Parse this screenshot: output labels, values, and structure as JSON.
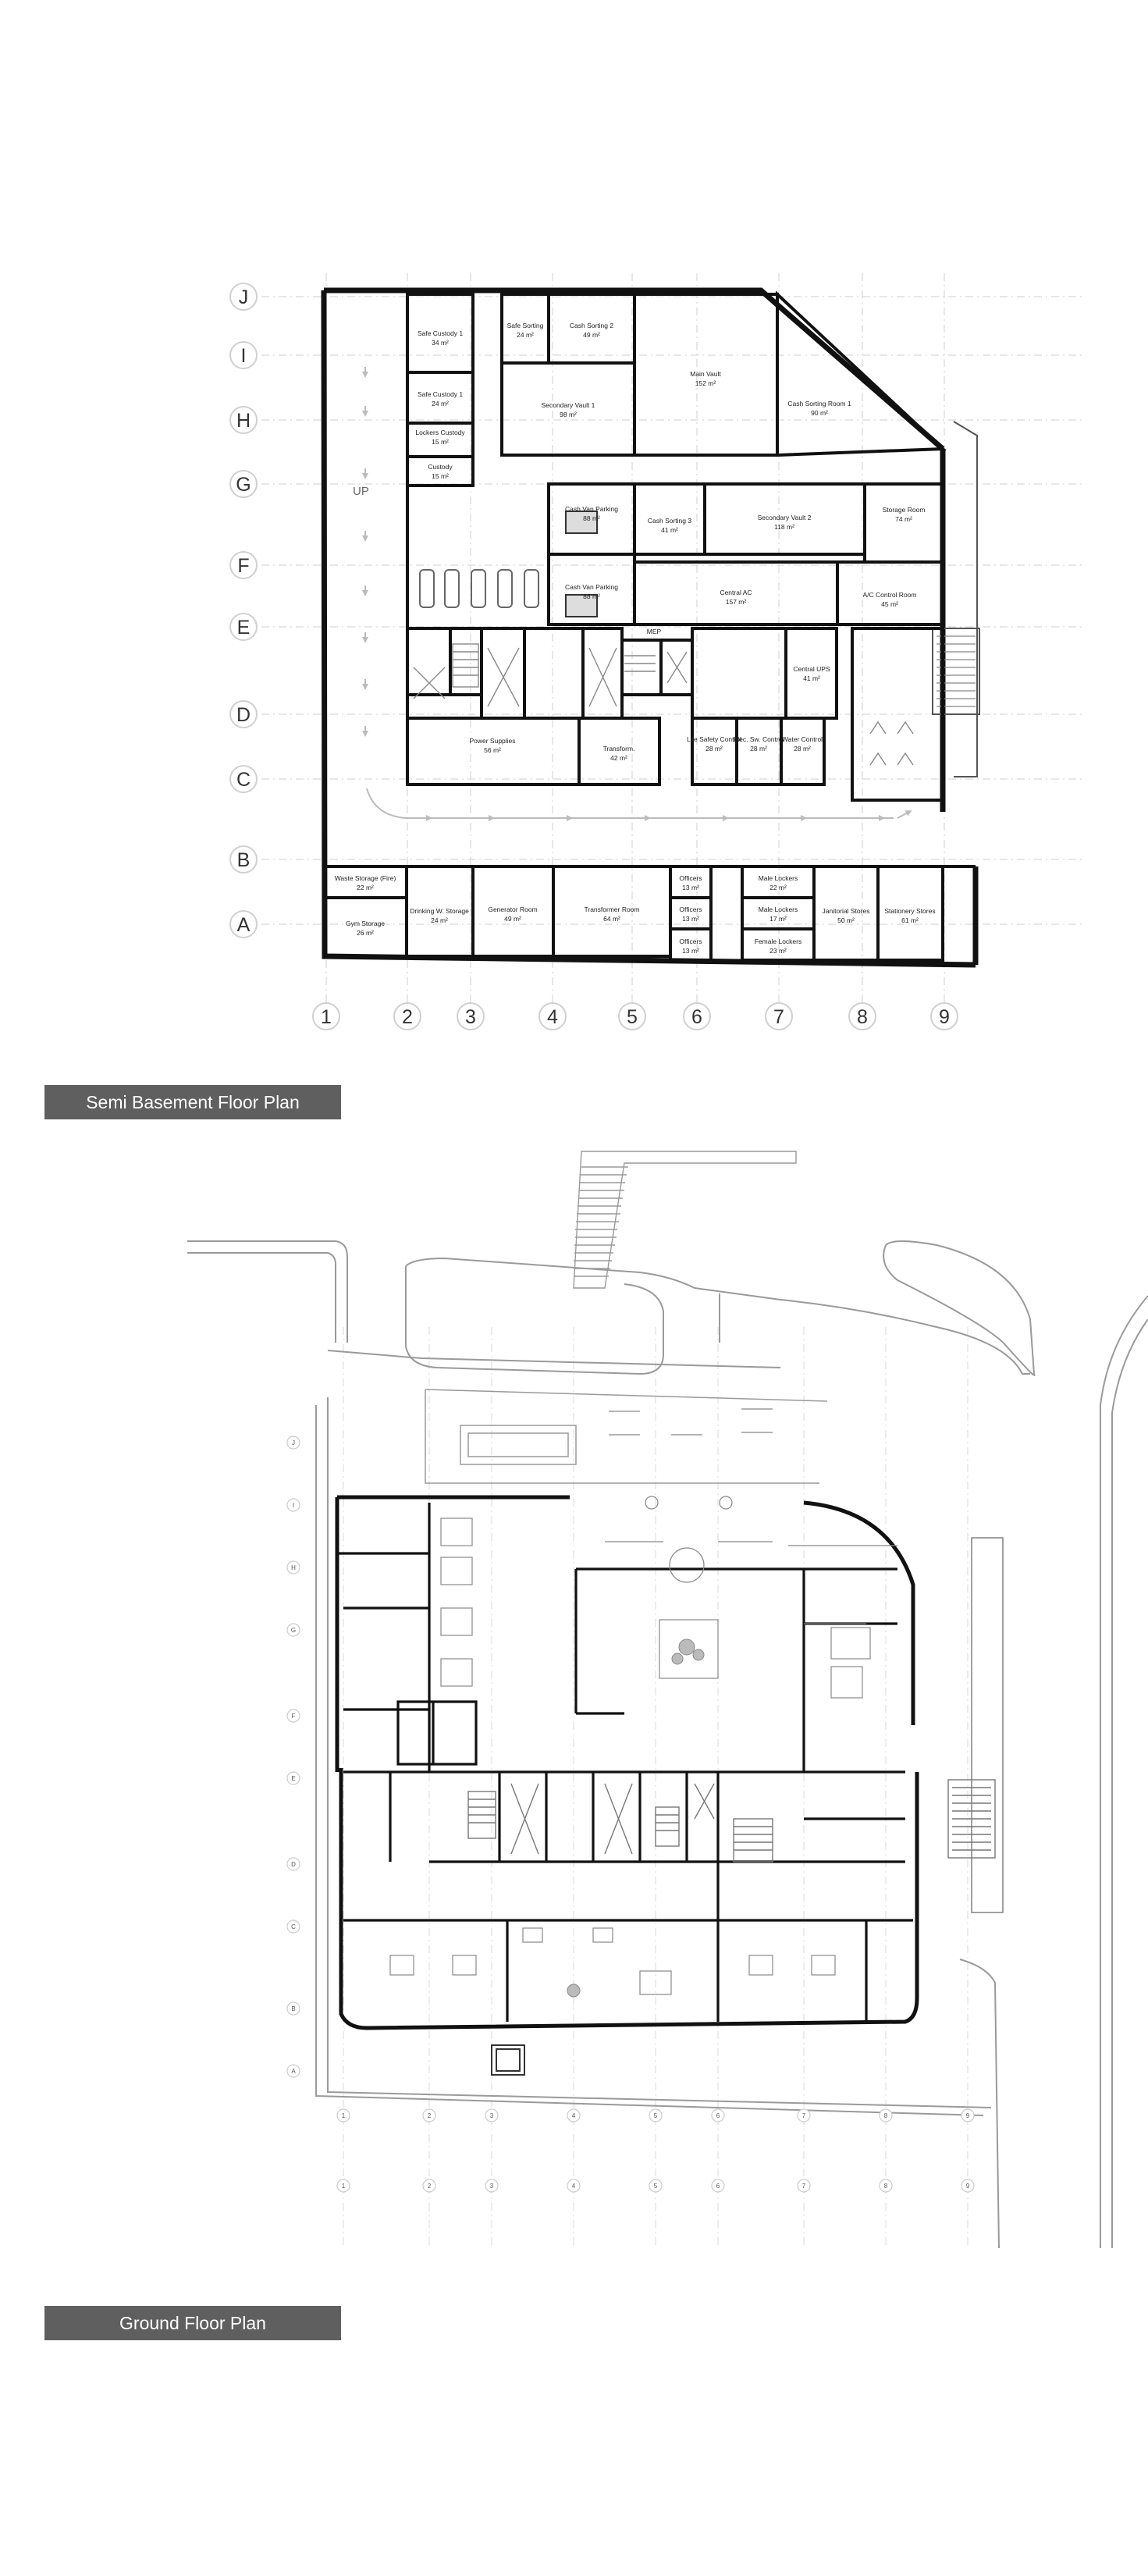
{
  "titles": {
    "semi_basement": "Semi Basement Floor Plan",
    "ground": "Ground Floor Plan"
  },
  "grid": {
    "rows": [
      "J",
      "I",
      "H",
      "G",
      "F",
      "E",
      "D",
      "C",
      "B",
      "A"
    ],
    "columns": [
      "1",
      "2",
      "3",
      "4",
      "5",
      "6",
      "7",
      "8",
      "9"
    ]
  },
  "semi_basement": {
    "up_label": "UP",
    "rooms": [
      {
        "name": "Safe Custody 1",
        "area": "34 m²"
      },
      {
        "name": "Safe Custody 1",
        "area": "24 m²"
      },
      {
        "name": "Lockers Custody",
        "area": "15 m²"
      },
      {
        "name": "Custody",
        "area": "15 m²"
      },
      {
        "name": "Safe Sorting",
        "area": "24 m²"
      },
      {
        "name": "Cash Sorting 2",
        "area": "49 m²"
      },
      {
        "name": "Secondary Vault 1",
        "area": "98 m²"
      },
      {
        "name": "Main Vault",
        "area": "152 m²"
      },
      {
        "name": "Cash Sorting Room 1",
        "area": "90 m²"
      },
      {
        "name": "Cash Van Parking",
        "area": "88 m²"
      },
      {
        "name": "Cash Sorting 3",
        "area": "41 m²"
      },
      {
        "name": "Secondary Vault 2",
        "area": "118 m²"
      },
      {
        "name": "Storage Room",
        "area": "74 m²"
      },
      {
        "name": "Cash Van Parking",
        "area": "88 m²"
      },
      {
        "name": "Central AC",
        "area": "157 m²"
      },
      {
        "name": "A/C Control Room",
        "area": "45 m²"
      },
      {
        "name": "MEP",
        "area": ""
      },
      {
        "name": "Central UPS",
        "area": "41 m²"
      },
      {
        "name": "Power Supplies",
        "area": "56 m²"
      },
      {
        "name": "Transform.",
        "area": "42 m²"
      },
      {
        "name": "Life Safety Control",
        "area": "28 m²"
      },
      {
        "name": "Elec. Sw. Control",
        "area": "28 m²"
      },
      {
        "name": "Water Control",
        "area": "28 m²"
      },
      {
        "name": "Waste Storage (Fire)",
        "area": "22 m²"
      },
      {
        "name": "Gym Storage",
        "area": "26 m²"
      },
      {
        "name": "Drinking W. Storage",
        "area": "24 m²"
      },
      {
        "name": "Generator Room",
        "area": "49 m²"
      },
      {
        "name": "Transformer Room",
        "area": "64 m²"
      },
      {
        "name": "Officers",
        "area": "13 m²"
      },
      {
        "name": "Officers",
        "area": "13 m²"
      },
      {
        "name": "Officers",
        "area": "13 m²"
      },
      {
        "name": "Male Lockers",
        "area": "22 m²"
      },
      {
        "name": "Male Lockers",
        "area": "17 m²"
      },
      {
        "name": "Female Lockers",
        "area": "23 m²"
      },
      {
        "name": "Janitorial Stores",
        "area": "50 m²"
      },
      {
        "name": "Stationery Stores",
        "area": "61 m²"
      }
    ]
  }
}
